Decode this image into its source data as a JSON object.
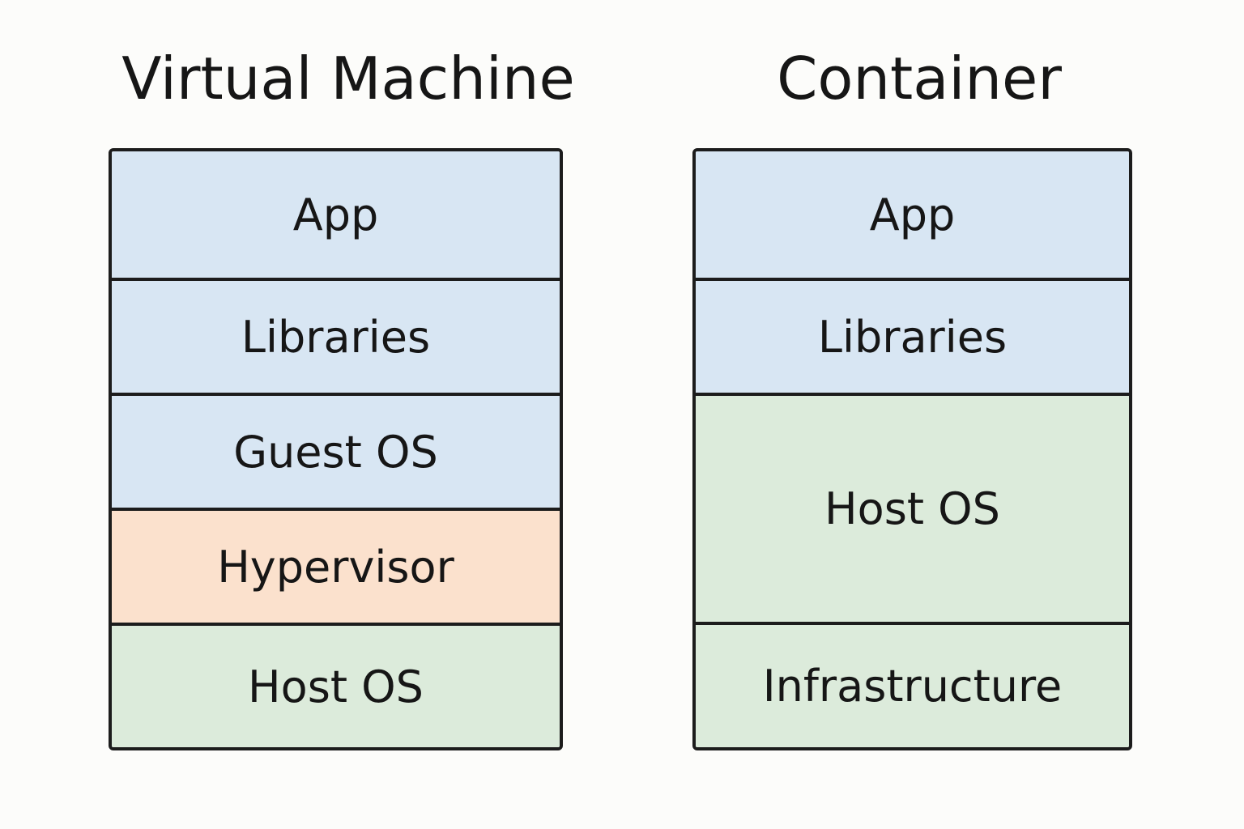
{
  "colors": {
    "blue_layer": "#d8e6f3",
    "orange_layer": "#fbe1cd",
    "green_layer": "#dcebdb",
    "border": "#1c1c1c",
    "background": "#fcfcfa"
  },
  "virtual_machine": {
    "title": "Virtual Machine",
    "layers": [
      {
        "label": "App",
        "color": "#d8e6f3"
      },
      {
        "label": "Libraries",
        "color": "#d8e6f3"
      },
      {
        "label": "Guest OS",
        "color": "#d8e6f3"
      },
      {
        "label": "Hypervisor",
        "color": "#fbe1cd"
      },
      {
        "label": "Host OS",
        "color": "#dcebdb"
      }
    ]
  },
  "container": {
    "title": "Container",
    "layers": [
      {
        "label": "App",
        "color": "#d8e6f3"
      },
      {
        "label": "Libraries",
        "color": "#d8e6f3"
      },
      {
        "label": "Host OS",
        "color": "#dcebdb"
      },
      {
        "label": "Infrastructure",
        "color": "#dcebdb"
      }
    ]
  }
}
